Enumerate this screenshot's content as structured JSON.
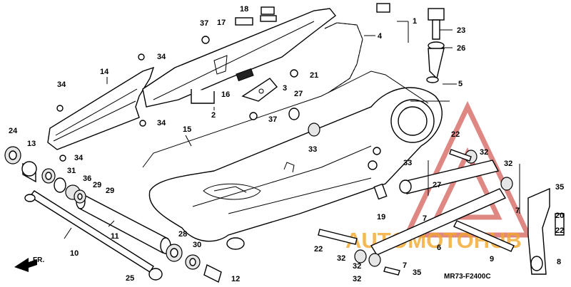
{
  "diagram": {
    "diagram_code": "MR73-F2400C",
    "front_indicator": "FR.",
    "watermark": "AUTOMOTOHUB",
    "part_labels": [
      "1",
      "2",
      "3",
      "4",
      "5",
      "6",
      "7",
      "7",
      "7",
      "8",
      "9",
      "10",
      "11",
      "12",
      "13",
      "14",
      "15",
      "16",
      "17",
      "18",
      "19",
      "20",
      "21",
      "22",
      "22",
      "22",
      "23",
      "24",
      "25",
      "26",
      "27",
      "27",
      "28",
      "29",
      "29",
      "30",
      "31",
      "32",
      "32",
      "32",
      "32",
      "32",
      "33",
      "33",
      "34",
      "34",
      "34",
      "34",
      "35",
      "35",
      "36",
      "37",
      "37"
    ]
  },
  "colors": {
    "line": "#000000",
    "watermark": "#c4261d",
    "background": "#ffffff"
  }
}
